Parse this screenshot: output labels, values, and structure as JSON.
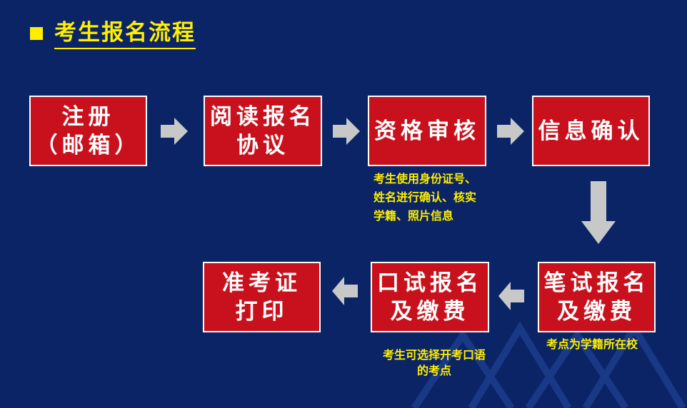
{
  "title": "考生报名流程",
  "steps": [
    {
      "lines": [
        "注册",
        "（邮箱）"
      ]
    },
    {
      "lines": [
        "阅读报名",
        "协议"
      ]
    },
    {
      "lines": [
        "资格审核"
      ]
    },
    {
      "lines": [
        "信息确认"
      ]
    },
    {
      "lines": [
        "笔试报名",
        "及缴费"
      ]
    },
    {
      "lines": [
        "口试报名",
        "及缴费"
      ]
    },
    {
      "lines": [
        "准考证",
        "打印"
      ]
    }
  ],
  "notes": {
    "verify": [
      "考生使用身份证号、",
      "姓名进行确认、核实",
      "学籍、照片信息"
    ],
    "written": [
      "考点为学籍所在校"
    ],
    "oral": [
      "考生可选择开考口语",
      "的考点"
    ]
  },
  "colors": {
    "background": "#0a2466",
    "step_fill": "#c8111c",
    "step_border": "#ffffff",
    "accent_text": "#ffee00",
    "arrow_fill": "#c8c8c8"
  }
}
